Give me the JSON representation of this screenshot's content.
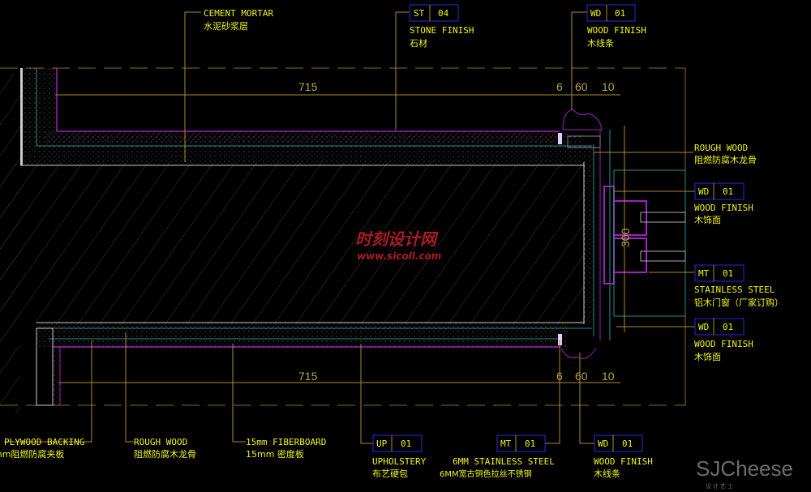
{
  "dimensions": {
    "top": {
      "main": "715",
      "d1": "6",
      "d2": "60",
      "d3": "10"
    },
    "bottom": {
      "main": "715",
      "d1": "6",
      "d2": "60",
      "d3": "10"
    },
    "vertical": "300"
  },
  "callouts": {
    "cement": {
      "en": "CEMENT MORTAR",
      "zh": "水泥砂浆层"
    },
    "stone": {
      "code": "ST",
      "num": "04",
      "en": "STONE FINISH",
      "zh": "石材"
    },
    "wood_top": {
      "code": "WD",
      "num": "01",
      "en": "WOOD FINISH",
      "zh": "木线条"
    },
    "rough_right": {
      "en": "ROUGH WOOD",
      "zh": "阻燃防腐木龙骨"
    },
    "wood_right1": {
      "code": "WD",
      "num": "01",
      "en": "WOOD FINISH",
      "zh": "木饰面"
    },
    "steel_right": {
      "code": "MT",
      "num": "01",
      "en": "STAINLESS STEEL",
      "zh": "铝木门窗（厂家订购）"
    },
    "wood_right2": {
      "code": "WD",
      "num": "01",
      "en": "WOOD FINISH",
      "zh": "木饰面"
    },
    "plywood": {
      "en": "PLYWOOD BACKING",
      "zh": "mm阻燃防腐夹板"
    },
    "rough_bottom": {
      "en": "ROUGH WOOD",
      "zh": "阻燃防腐木龙骨"
    },
    "fiberboard": {
      "en": "15mm FIBERBOARD",
      "zh": "15mm 密度板"
    },
    "upholstery": {
      "code": "UP",
      "num": "01",
      "en": "UPHOLSTERY",
      "zh": "布艺硬包"
    },
    "steel_bottom": {
      "code": "MT",
      "num": "01",
      "en": "6MM STAINLESS STEEL",
      "zh": "6MM宽古铜色拉丝不锈钢"
    },
    "wood_bottom": {
      "code": "WD",
      "num": "01",
      "en": "WOOD FINISH",
      "zh": "木线条"
    }
  },
  "watermark": {
    "site_zh": "时刻设计网",
    "site_url": "www.sicoll.com",
    "brand": "SJCheese",
    "brand_sub": "设 计 艺 士"
  },
  "colors": {
    "background": "#000000",
    "text": "#f2f21a",
    "tag_box": "#2a2ad8",
    "finish_line": "#a020c0"
  }
}
